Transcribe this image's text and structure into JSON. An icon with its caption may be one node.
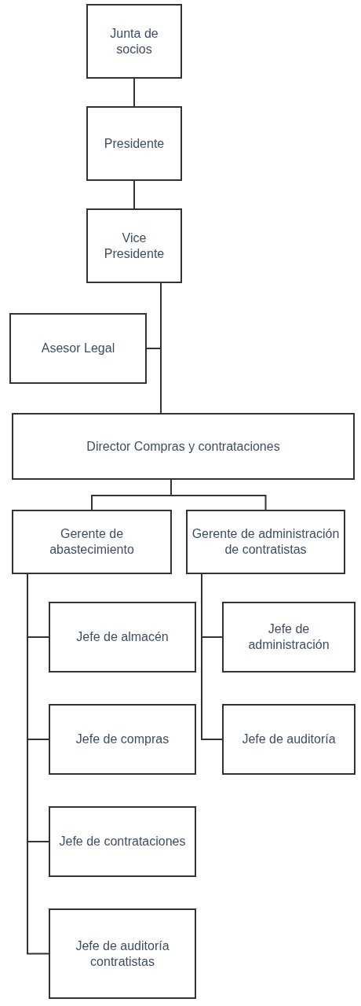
{
  "diagram": {
    "nodes": [
      {
        "text": [
          "Junta de socios"
        ]
      },
      {
        "text": [
          "Presidente"
        ]
      },
      {
        "text": [
          "Vice Presidente"
        ]
      },
      {
        "text": [
          "Asesor Legal"
        ]
      },
      {
        "text": [
          "Director Compras y contrataciones"
        ]
      },
      {
        "text": [
          "Gerente de abastecimiento"
        ]
      },
      {
        "text": [
          "Gerente de administración de contratistas"
        ]
      },
      {
        "text": [
          "Jefe de almacén"
        ]
      },
      {
        "text": [
          "Jefe de administración"
        ]
      },
      {
        "text": [
          "Jefe de compras"
        ]
      },
      {
        "text": [
          "Jefe de auditoría"
        ]
      },
      {
        "text": [
          "Jefe de contrataciones"
        ]
      },
      {
        "text": [
          "Jefe de auditoría contratistas"
        ]
      }
    ],
    "edges": [
      {
        "from": 0,
        "to": 1,
        "arrow": "none"
      },
      {
        "from": 1,
        "to": 2,
        "arrow": "none"
      },
      {
        "from": 2,
        "to": 3,
        "arrow": "none"
      },
      {
        "from": 2,
        "to": 4,
        "arrow": "none"
      },
      {
        "from": 4,
        "to": 5,
        "arrow": "none"
      },
      {
        "from": 4,
        "to": 6,
        "arrow": "none"
      },
      {
        "from": 5,
        "to": 7,
        "arrow": "none"
      },
      {
        "from": 5,
        "to": 9,
        "arrow": "none"
      },
      {
        "from": 5,
        "to": 11,
        "arrow": "none"
      },
      {
        "from": 5,
        "to": 12,
        "arrow": "none"
      },
      {
        "from": 6,
        "to": 8,
        "arrow": "none"
      },
      {
        "from": 6,
        "to": 10,
        "arrow": "none"
      }
    ]
  }
}
